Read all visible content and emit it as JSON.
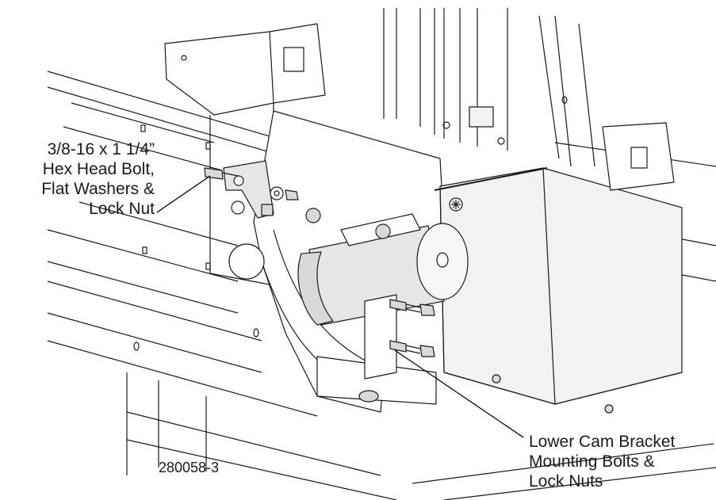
{
  "callouts": {
    "hex_bolt": {
      "lines": [
        "3/8-16 x 1 1/4”",
        "Hex Head Bolt,",
        "Flat Washers &",
        "Lock Nut"
      ]
    },
    "cam_bracket": {
      "lines": [
        "Lower Cam Bracket",
        "Mounting Bolts &",
        "Lock Nuts"
      ]
    }
  },
  "figure_number": "280058-3",
  "colors": {
    "line": "#1a1a1a",
    "metal_light": "#f2f2f2",
    "metal_mid": "#d9d9d9",
    "metal_dark": "#b3b3b3"
  }
}
